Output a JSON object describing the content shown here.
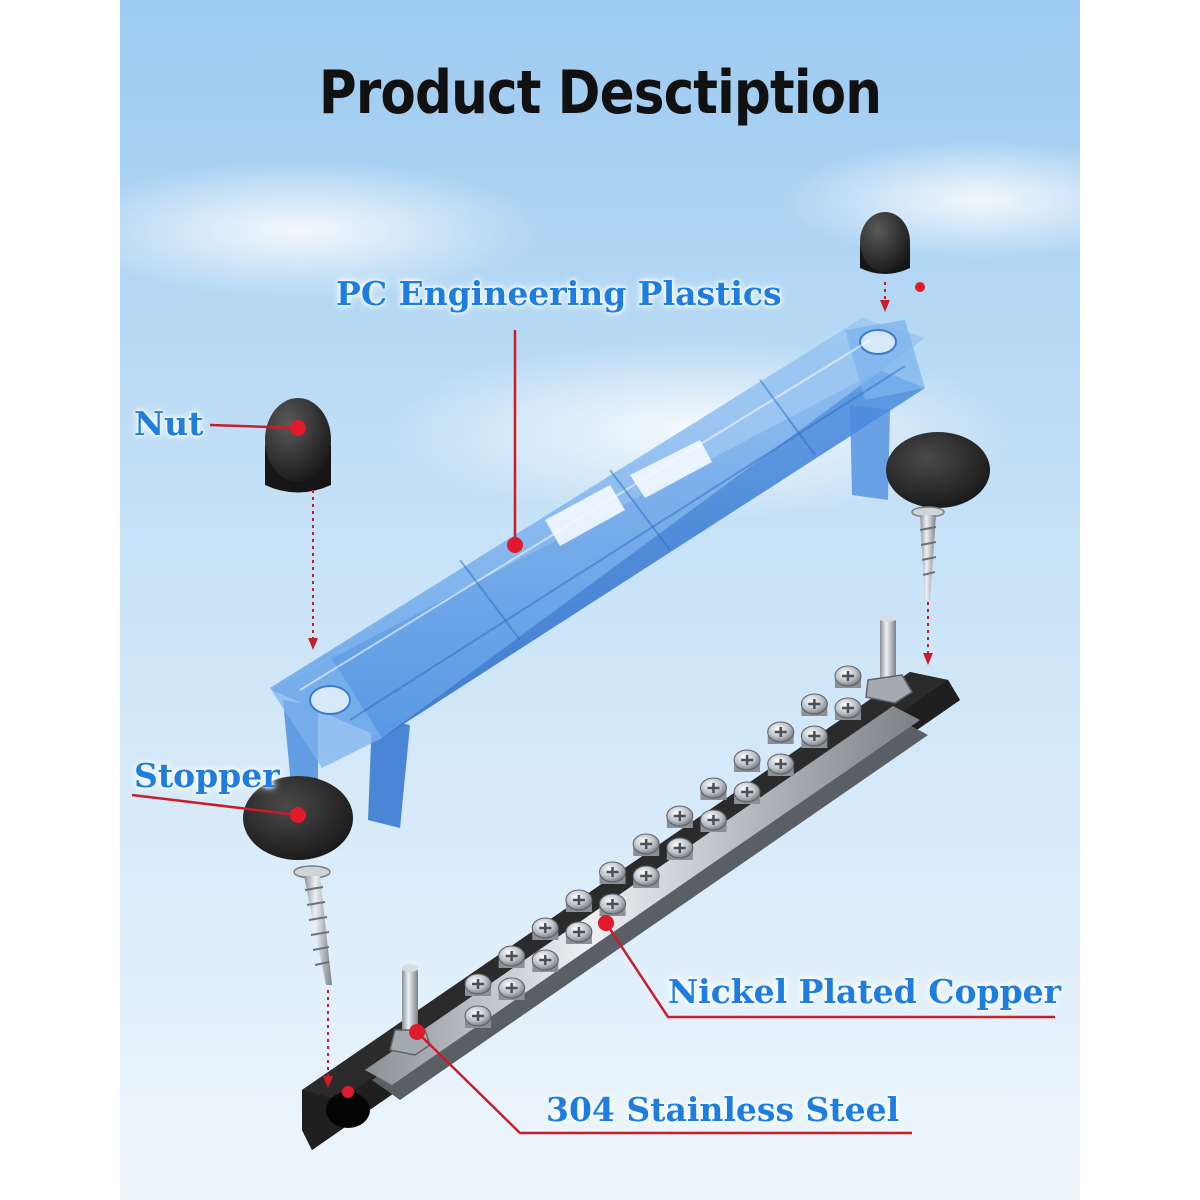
{
  "title": "Product Desctiption",
  "labels": {
    "plastics": "PC Engineering Plastics",
    "nut": "Nut",
    "stopper": "Stopper",
    "copper": "Nickel Plated Copper",
    "steel": "304 Stainless Steel"
  },
  "colors": {
    "label": "#1e7ee0",
    "title": "#111111",
    "leader_line": "#c81e2a",
    "cover_blue": "#6aa6e6",
    "base_black": "#1a1a1a"
  },
  "terminal_columns": 12,
  "studs": 2
}
